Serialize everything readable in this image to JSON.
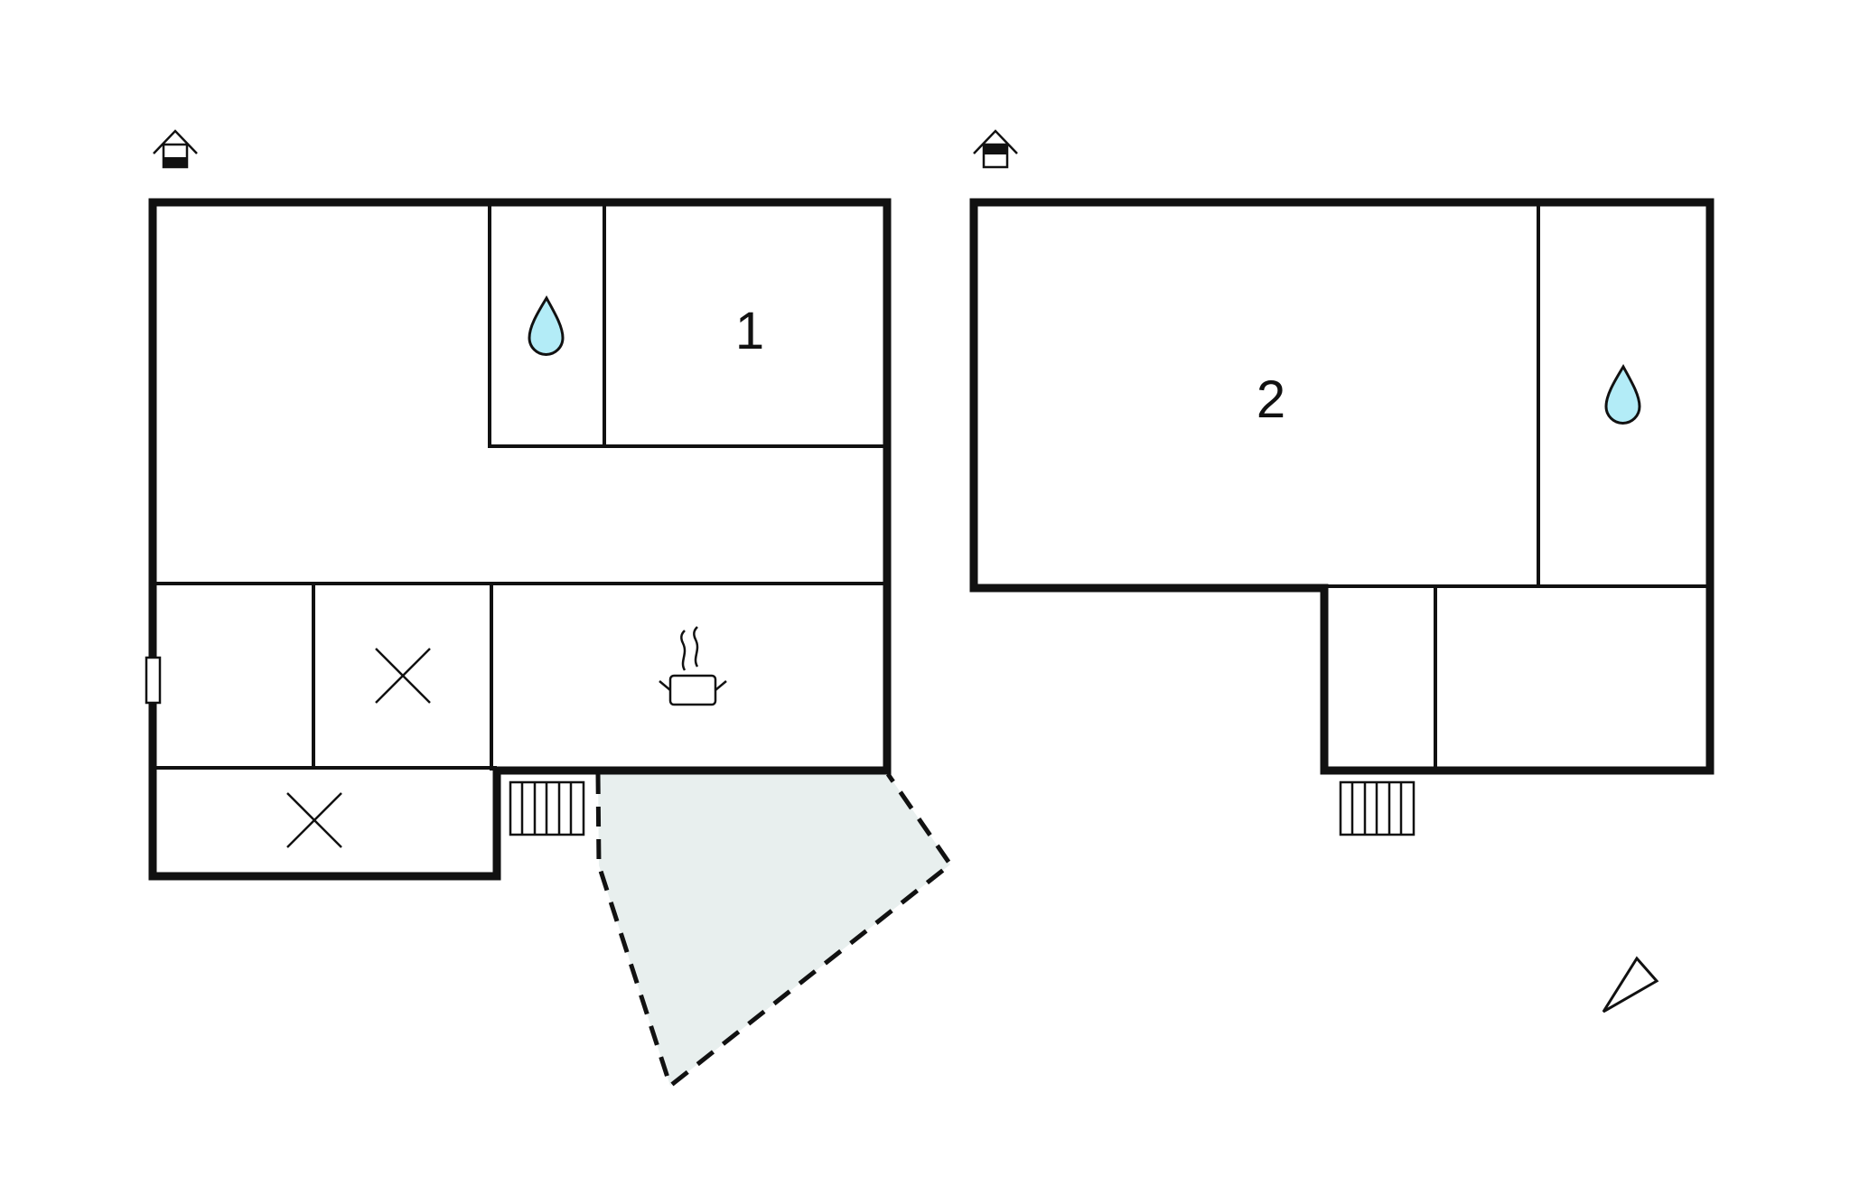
{
  "floors": [
    {
      "id": "ground",
      "rooms": [
        {
          "label": "1",
          "type": "bedroom"
        },
        {
          "label": "",
          "type": "bathroom",
          "icon": "water-drop-icon"
        },
        {
          "label": "",
          "type": "living-room"
        },
        {
          "label": "",
          "type": "hall"
        },
        {
          "label": "",
          "type": "storage",
          "icon": "x-mark-icon"
        },
        {
          "label": "",
          "type": "kitchen",
          "icon": "cooking-pot-icon"
        },
        {
          "label": "",
          "type": "storage",
          "icon": "x-mark-icon"
        }
      ],
      "level_icon": "house-floor-ground-icon",
      "features": [
        "stairs-icon",
        "window-icon",
        "terrace"
      ]
    },
    {
      "id": "upper",
      "rooms": [
        {
          "label": "2",
          "type": "bedroom"
        },
        {
          "label": "",
          "type": "bathroom",
          "icon": "water-drop-icon"
        },
        {
          "label": "",
          "type": "landing"
        },
        {
          "label": "",
          "type": "room"
        }
      ],
      "level_icon": "house-floor-upper-icon",
      "features": [
        "stairs-icon"
      ]
    }
  ],
  "compass": "north-arrow-icon",
  "colors": {
    "wall": "#111111",
    "water_drop": "#b3ecf7",
    "terrace_fill": "#e8efee",
    "background": "#ffffff"
  }
}
